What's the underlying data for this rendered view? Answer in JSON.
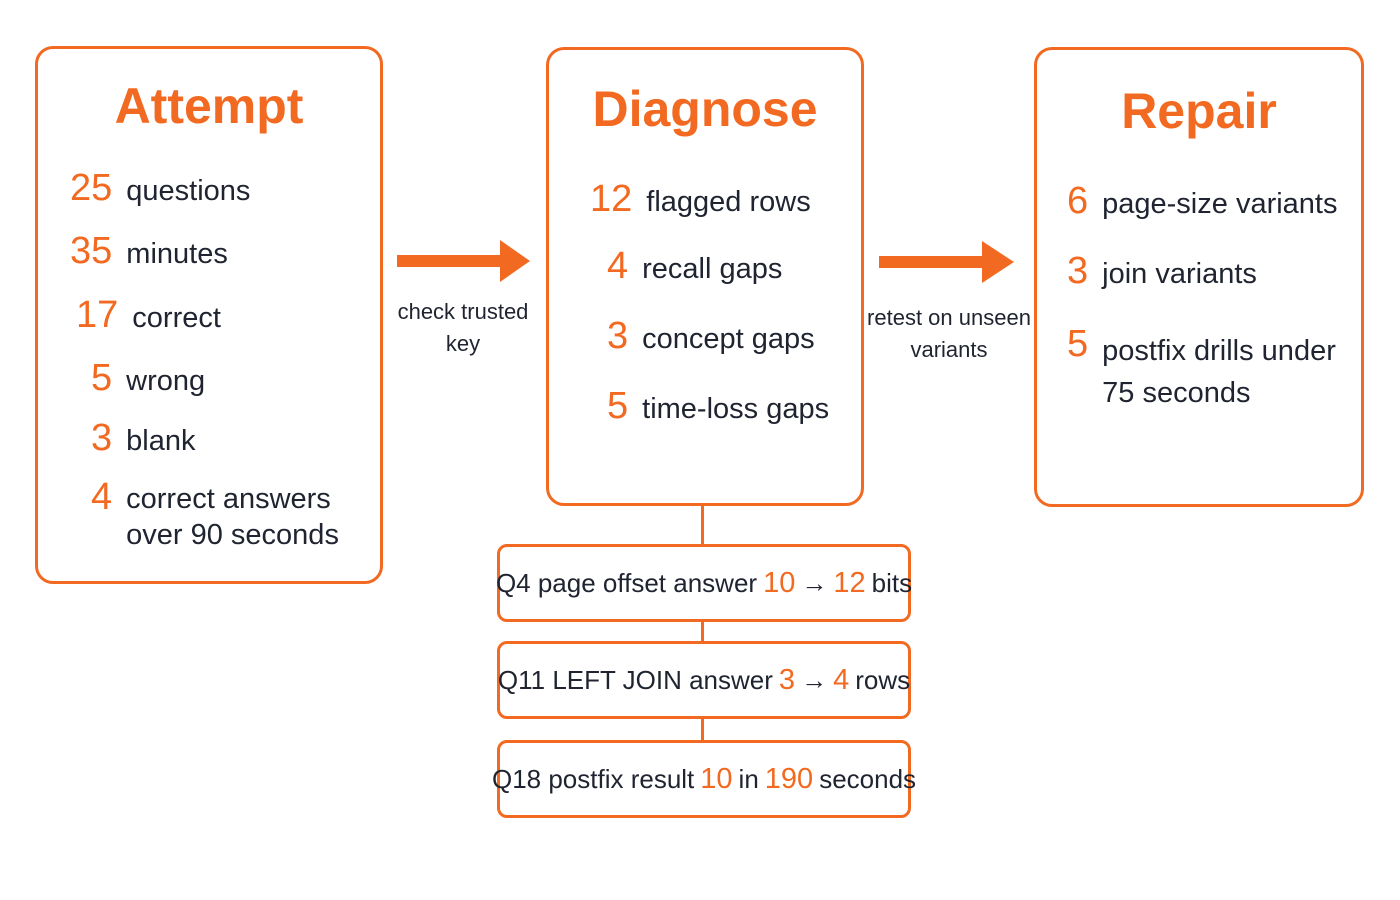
{
  "attempt": {
    "title": "Attempt",
    "items": [
      {
        "num": "25",
        "text": "questions"
      },
      {
        "num": "35",
        "text": "minutes"
      },
      {
        "num": "17",
        "text": "correct"
      },
      {
        "num": "5",
        "text": "wrong"
      },
      {
        "num": "3",
        "text": "blank"
      },
      {
        "num": "4",
        "text": "correct answers",
        "text2": "over 90 seconds"
      }
    ]
  },
  "diagnose": {
    "title": "Diagnose",
    "items": [
      {
        "num": "12",
        "text": "flagged rows"
      },
      {
        "num": "4",
        "text": "recall gaps"
      },
      {
        "num": "3",
        "text": "concept gaps"
      },
      {
        "num": "5",
        "text": "time-loss gaps"
      }
    ]
  },
  "repair": {
    "title": "Repair",
    "items": [
      {
        "num": "6",
        "text": "page-size variants"
      },
      {
        "num": "3",
        "text": "join variants"
      },
      {
        "num": "5",
        "text": "postfix drills under",
        "text2": "75 seconds"
      }
    ]
  },
  "arrows": {
    "first": {
      "line1": "check trusted",
      "line2": "key"
    },
    "second": {
      "line1": "retest on unseen",
      "line2": "variants"
    }
  },
  "flagged": [
    {
      "prefix": "Q4 page offset answer",
      "from": "10",
      "arrow": "→",
      "to": "12",
      "suffix": "bits"
    },
    {
      "prefix": "Q11 LEFT JOIN answer",
      "from": "3",
      "arrow": "→",
      "to": "4",
      "suffix": "rows"
    },
    {
      "prefix": "Q18 postfix result",
      "from": "10",
      "mid": "in",
      "to": "190",
      "suffix": "seconds"
    }
  ],
  "colors": {
    "accent": "#f26a21",
    "text": "#1f2430"
  }
}
